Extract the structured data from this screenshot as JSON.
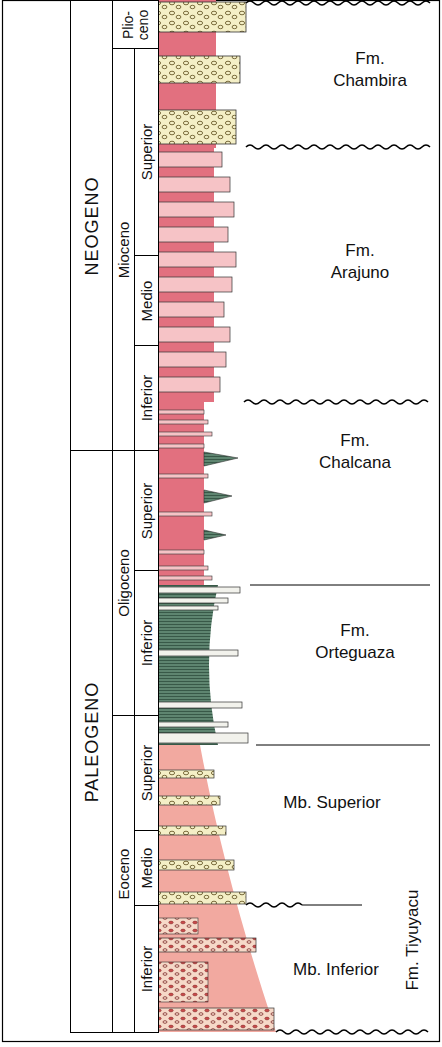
{
  "diagram": {
    "nodes": [
      {
        "text": [
          "NEOGENO"
        ]
      },
      {
        "text": [
          "Plio- ceno"
        ]
      },
      {
        "text": [
          "Mioceno"
        ]
      },
      {
        "text": [
          "Superior"
        ]
      },
      {
        "text": [
          "Medio"
        ]
      },
      {
        "text": [
          "Inferior"
        ]
      },
      {
        "text": [
          "PALEOGENO"
        ]
      },
      {
        "text": [
          "Oligoceno"
        ]
      },
      {
        "text": [
          "Superior"
        ]
      },
      {
        "text": [
          "Inferior"
        ]
      },
      {
        "text": [
          "Eoceno"
        ]
      },
      {
        "text": [
          "Superior"
        ]
      },
      {
        "text": [
          "Medio"
        ]
      },
      {
        "text": [
          "Inferior"
        ]
      }
    ],
    "labels": [
      "Fm. Chambira",
      "Fm. Arajuno",
      "Fm. Chalcana",
      "Fm. Orteguaza",
      "Mb. Superior",
      "Mb. Inferior",
      "Fm. Tiyuyacu"
    ]
  }
}
